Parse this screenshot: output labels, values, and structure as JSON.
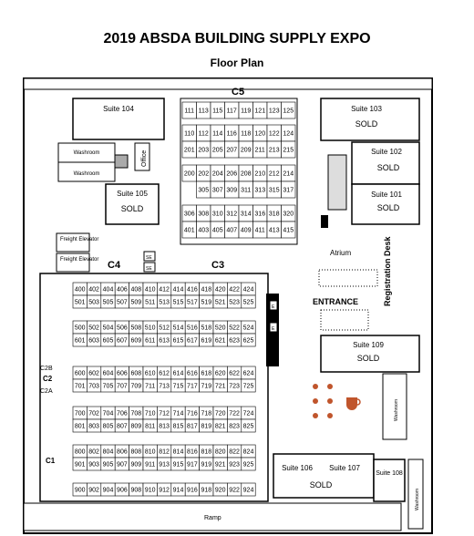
{
  "header": {
    "title": "2019 ABSDA BUILDING SUPPLY EXPO",
    "subtitle": "Floor Plan"
  },
  "labels": {
    "c5": "C5",
    "c4": "C4",
    "c3": "C3",
    "c2b": "C2B",
    "c2": "C2",
    "c2a": "C2A",
    "c1": "C1",
    "washroom": "Washroom",
    "office": "Office",
    "freight_elevator": "Freight Elevator",
    "se": "SE",
    "e": "E",
    "atrium": "Atrium",
    "registration_desk": "Registration Desk",
    "entrance": "ENTRANCE",
    "ramp": "Ramp",
    "sold": "SOLD"
  },
  "suites": {
    "s104": "Suite 104",
    "s103": "Suite 103",
    "s102": "Suite 102",
    "s101": "Suite 101",
    "s105": "Suite 105",
    "s109": "Suite 109",
    "s106": "Suite 106",
    "s107": "Suite 107",
    "s108": "Suite 108"
  },
  "booths": {
    "upper": [
      [
        "111",
        "113",
        "115",
        "117",
        "119",
        "121",
        "123",
        "125"
      ],
      [
        "110",
        "112",
        "114",
        "116",
        "118",
        "120",
        "122",
        "124"
      ],
      [
        "201",
        "203",
        "205",
        "207",
        "209",
        "211",
        "213",
        "215"
      ],
      [
        "200",
        "202",
        "204",
        "206",
        "208",
        "210",
        "212",
        "214"
      ],
      [
        "305",
        "307",
        "309",
        "311",
        "313",
        "315",
        "317"
      ],
      [
        "306",
        "308",
        "310",
        "312",
        "314",
        "316",
        "318",
        "320"
      ],
      [
        "401",
        "403",
        "405",
        "407",
        "409",
        "411",
        "413",
        "415"
      ]
    ],
    "lower": [
      [
        "400",
        "402",
        "404",
        "406",
        "408",
        "410",
        "412",
        "414",
        "416",
        "418",
        "420",
        "422",
        "424"
      ],
      [
        "501",
        "503",
        "505",
        "507",
        "509",
        "511",
        "513",
        "515",
        "517",
        "519",
        "521",
        "523",
        "525"
      ],
      [
        "500",
        "502",
        "504",
        "506",
        "508",
        "510",
        "512",
        "514",
        "516",
        "518",
        "520",
        "522",
        "524"
      ],
      [
        "601",
        "603",
        "605",
        "607",
        "609",
        "611",
        "613",
        "615",
        "617",
        "619",
        "621",
        "623",
        "625"
      ],
      [
        "600",
        "602",
        "604",
        "606",
        "608",
        "610",
        "612",
        "614",
        "616",
        "618",
        "620",
        "622",
        "624"
      ],
      [
        "701",
        "703",
        "705",
        "707",
        "709",
        "711",
        "713",
        "715",
        "717",
        "719",
        "721",
        "723",
        "725"
      ],
      [
        "700",
        "702",
        "704",
        "706",
        "708",
        "710",
        "712",
        "714",
        "716",
        "718",
        "720",
        "722",
        "724"
      ],
      [
        "801",
        "803",
        "805",
        "807",
        "809",
        "811",
        "813",
        "815",
        "817",
        "819",
        "821",
        "823",
        "825"
      ],
      [
        "800",
        "802",
        "804",
        "806",
        "808",
        "810",
        "812",
        "814",
        "816",
        "818",
        "820",
        "822",
        "824"
      ],
      [
        "901",
        "903",
        "905",
        "907",
        "909",
        "911",
        "913",
        "915",
        "917",
        "919",
        "921",
        "923",
        "925"
      ],
      [
        "900",
        "902",
        "904",
        "906",
        "908",
        "910",
        "912",
        "914",
        "916",
        "918",
        "920",
        "922",
        "924"
      ]
    ]
  }
}
